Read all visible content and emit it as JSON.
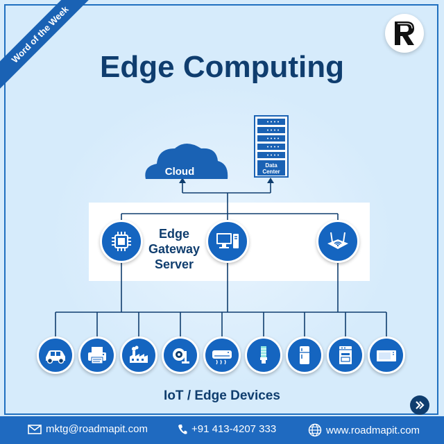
{
  "banner": "Word of the Week",
  "title": "Edge Computing",
  "cloud_label": "Cloud",
  "datacenter_label": [
    "Data",
    "Center"
  ],
  "gateway_label": [
    "Edge",
    "Gateway",
    "Server"
  ],
  "devices_label": "IoT / Edge Devices",
  "footer": {
    "email": "mktg@roadmapit.com",
    "phone": "+91 413-4207 333",
    "website": "www.roadmapit.com"
  },
  "colors": {
    "primary": "#1565c0",
    "dark": "#0f3d6e",
    "background": "#d6ebfb",
    "footer": "#1f6ac0"
  },
  "icons": {
    "gateway_nodes": [
      "chip-icon",
      "desktop-computer-icon",
      "wifi-router-icon"
    ],
    "device_nodes": [
      "car-icon",
      "printer-icon",
      "factory-icon",
      "security-camera-icon",
      "air-conditioner-icon",
      "bulb-icon",
      "refrigerator-icon",
      "dishwasher-icon",
      "microwave-icon"
    ]
  }
}
